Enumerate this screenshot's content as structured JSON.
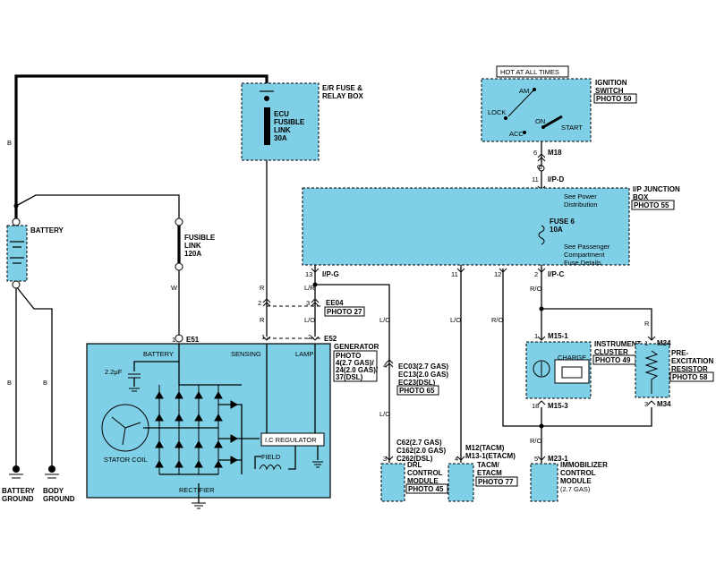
{
  "components": {
    "er_fuse_box": {
      "title": [
        "E/R FUSE &",
        "RELAY BOX"
      ],
      "link": [
        "ECU",
        "FUSIBLE",
        "LINK",
        "30A"
      ]
    },
    "hot_label": "HOT AT ALL TIMES",
    "ignition_switch": {
      "title": [
        "IGNITION",
        "SWITCH"
      ],
      "photo": "PHOTO 50",
      "positions": [
        "AM",
        "LOCK",
        "ON",
        "START",
        "ACC"
      ]
    },
    "battery": {
      "label": "BATTERY",
      "ground1": [
        "BATTERY",
        "GROUND"
      ],
      "ground2": [
        "BODY",
        "GROUND"
      ]
    },
    "fusible_link": [
      "FUSIBLE",
      "LINK",
      "120A"
    ],
    "junction_box": {
      "title": [
        "I/P JUNCTION",
        "BOX"
      ],
      "photo": "PHOTO 55",
      "note_top": [
        "See Power",
        "Distribution"
      ],
      "fuse": [
        "FUSE 6",
        "10A"
      ],
      "note_bottom": [
        "See Passenger",
        "Compartment",
        "Fuse Details"
      ]
    },
    "generator": {
      "title": "GENERATOR",
      "photo_head": "PHOTO",
      "photo_lines": [
        "4(2.7 GAS)/",
        "24(2.0 GAS)/",
        "37(DSL)"
      ],
      "battery_label": "BATTERY",
      "sensing_label": "SENSING",
      "lamp_label": "LAMP",
      "cap": "2.2μF",
      "stator": "STATOR COIL",
      "regulator": "I.C REGULATOR",
      "field": "FIELD",
      "rectifier": "RECTIFIER"
    },
    "cluster": {
      "title": [
        "INSTRUMENT",
        "CLUSTER"
      ],
      "photo": "PHOTO 49",
      "charge": "CHARGE"
    },
    "resistor": {
      "title": [
        "PRE-",
        "EXCITATION",
        "RESISTOR"
      ],
      "photo": "PHOTO 58"
    },
    "drl": {
      "title": [
        "DRL",
        "CONTROL",
        "MODULE"
      ],
      "photo": "PHOTO 45"
    },
    "tacm": {
      "title": [
        "TACM/",
        "ETACM"
      ],
      "photo": "PHOTO 77"
    },
    "immobilizer": {
      "title": [
        "IMMOBILIZER",
        "CONTROL",
        "MODULE",
        "(2.7 GAS)"
      ]
    }
  },
  "connectors": {
    "m18": "M18",
    "ipd": "I/P-D",
    "ipg": "I/P-G",
    "ipc": "I/P-C",
    "ee04": "EE04",
    "photo27": "PHOTO 27",
    "e51": "E51",
    "e52": "E52",
    "ec": [
      "EC03(2.7 GAS)",
      "EC13(2.0 GAS)",
      "EC23(DSL)"
    ],
    "photo65": "PHOTO 65",
    "c": [
      "C62(2.7 GAS)",
      "C162(2.0 GAS)",
      "C262(DSL)"
    ],
    "m12": [
      "M12(TACM)",
      "M13-1(ETACM)"
    ],
    "m151": "M15-1",
    "m153": "M15-3",
    "m34a": "M34",
    "m34b": "M34",
    "m231": "M23-1"
  },
  "pins": {
    "p6": "6",
    "p11": "11",
    "p13": "13",
    "p11b": "11",
    "p12": "12",
    "p2": "2",
    "ee2": "2",
    "ee3": "3",
    "e1": "1",
    "e2": "2",
    "g1": "1",
    "ec4": "4",
    "c3": "3",
    "m4": "4",
    "m5": "5",
    "cl1": "1",
    "cl18": "18",
    "r1": "1",
    "r3": "3"
  },
  "wire_colors": {
    "b_battery": "B",
    "w_link": "W",
    "r_sense": "R",
    "o_ign": "O",
    "lr": "L/R",
    "lo_1": "L/O",
    "lo_2": "L/O",
    "lo_3": "L/O",
    "lo_4": "L/O",
    "r_lamp": "R",
    "ro_1": "R/O",
    "ro_2": "R/O",
    "ro_3": "R/O",
    "r_res": "R",
    "b_g1": "B",
    "b_g2": "B"
  }
}
